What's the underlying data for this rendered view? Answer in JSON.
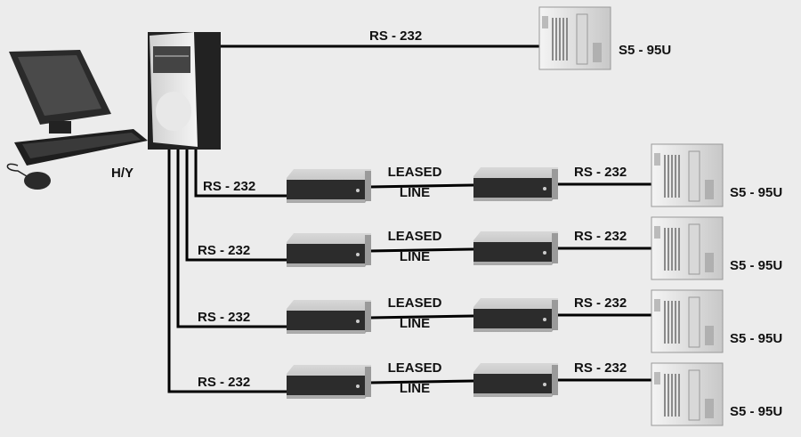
{
  "workstation": {
    "label": "H/Y"
  },
  "direct_link": {
    "cable_label": "RS - 232",
    "plc_label": "S5 - 95U"
  },
  "remote_links": [
    {
      "cable_label": "RS - 232",
      "line_label_1": "LEASED",
      "line_label_2": "LINE",
      "remote_cable_label": "RS - 232",
      "plc_label": "S5 - 95U"
    },
    {
      "cable_label": "RS - 232",
      "line_label_1": "LEASED",
      "line_label_2": "LINE",
      "remote_cable_label": "RS - 232",
      "plc_label": "S5 - 95U"
    },
    {
      "cable_label": "RS - 232",
      "line_label_1": "LEASED",
      "line_label_2": "LINE",
      "remote_cable_label": "RS - 232",
      "plc_label": "S5 - 95U"
    },
    {
      "cable_label": "RS - 232",
      "line_label_1": "LEASED",
      "line_label_2": "LINE",
      "remote_cable_label": "RS - 232",
      "plc_label": "S5 - 95U"
    }
  ]
}
